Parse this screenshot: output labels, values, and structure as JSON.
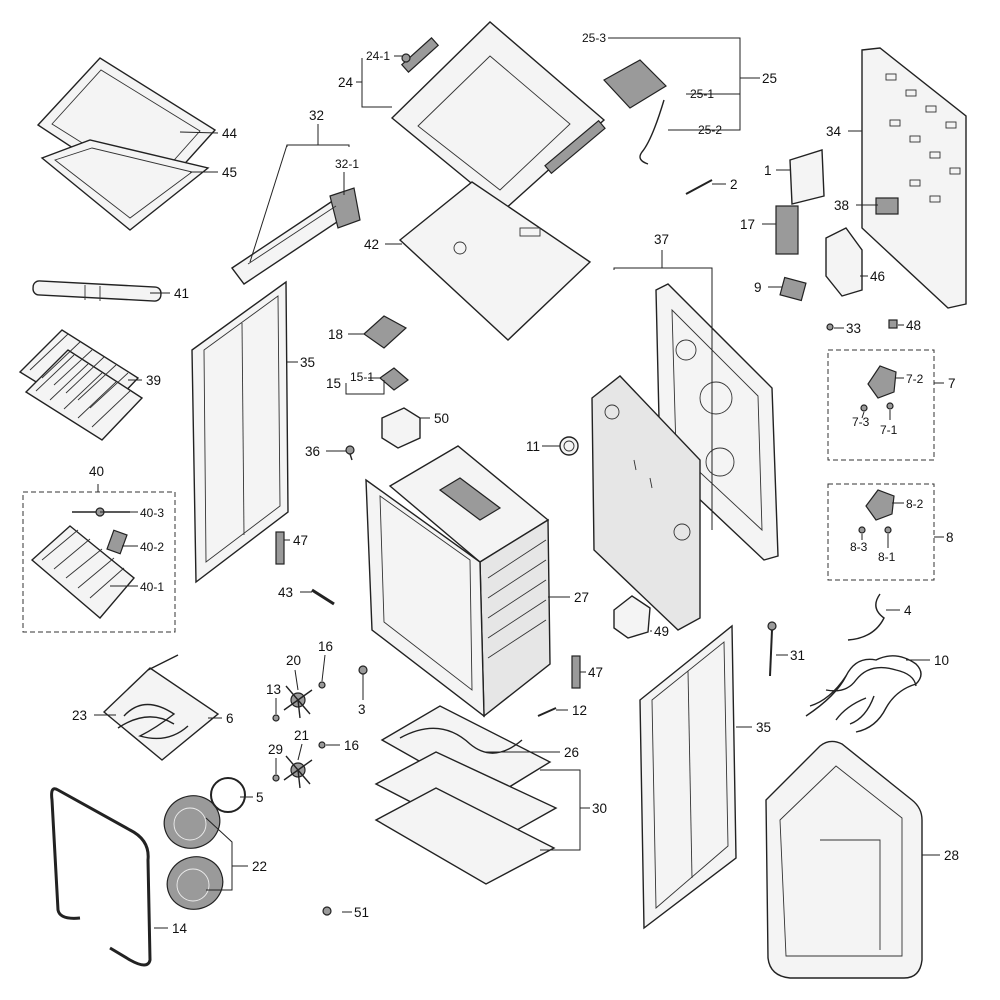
{
  "labels": {
    "p1": "1",
    "p2": "2",
    "p3": "3",
    "p4": "4",
    "p5": "5",
    "p6": "6",
    "p7": "7",
    "p7_1": "7-1",
    "p7_2": "7-2",
    "p7_3": "7-3",
    "p8": "8",
    "p8_1": "8-1",
    "p8_2": "8-2",
    "p8_3": "8-3",
    "p9": "9",
    "p10": "10",
    "p11": "11",
    "p12": "12",
    "p13": "13",
    "p14": "14",
    "p15": "15",
    "p15_1": "15-1",
    "p16a": "16",
    "p16b": "16",
    "p17": "17",
    "p18": "18",
    "p20": "20",
    "p21": "21",
    "p22": "22",
    "p23": "23",
    "p24": "24",
    "p24_1": "24-1",
    "p25": "25",
    "p25_1": "25-1",
    "p25_2": "25-2",
    "p25_3": "25-3",
    "p26": "26",
    "p27": "27",
    "p28": "28",
    "p29": "29",
    "p30": "30",
    "p31": "31",
    "p32": "32",
    "p32_1": "32-1",
    "p33": "33",
    "p34": "34",
    "p35a": "35",
    "p35b": "35",
    "p36": "36",
    "p37": "37",
    "p38": "38",
    "p39": "39",
    "p40": "40",
    "p40_1": "40-1",
    "p40_2": "40-2",
    "p40_3": "40-3",
    "p41": "41",
    "p42": "42",
    "p43": "43",
    "p44": "44",
    "p45": "45",
    "p46": "46",
    "p47a": "47",
    "p47b": "47",
    "p48": "48",
    "p49": "49",
    "p50": "50",
    "p51": "51"
  }
}
